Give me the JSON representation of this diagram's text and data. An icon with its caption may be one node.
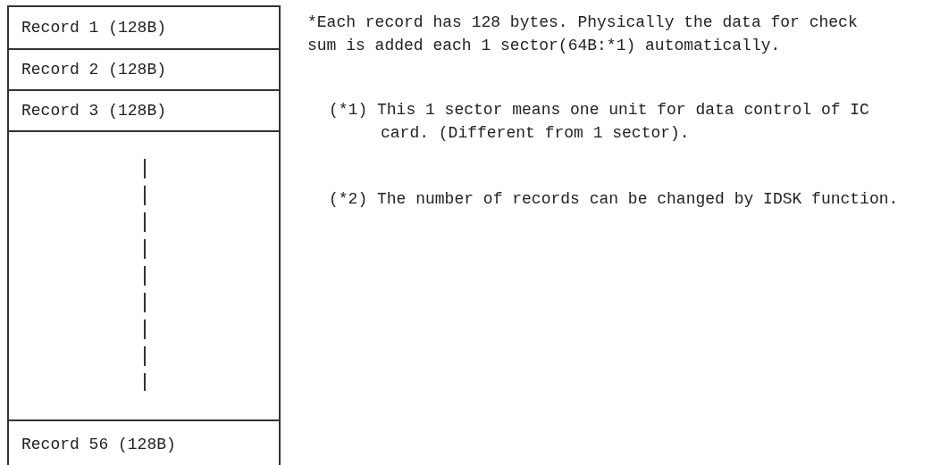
{
  "diagram": {
    "nodes": [
      {
        "text": [
          "Record 1 (128B)"
        ]
      },
      {
        "text": [
          "Record 2 (128B)"
        ]
      },
      {
        "text": [
          "Record 3 (128B)"
        ]
      },
      {
        "text": [],
        "shape": "box"
      },
      {
        "text": [
          "Record 56 (128B)"
        ]
      }
    ],
    "labels": [
      "*Each record has 128 bytes. Physically the data for check sum is added each 1 sector(64B:*1) automatically.",
      "(*1) This 1 sector means one unit for data control of IC card. (Different from 1 sector).",
      "(*2) The number of records can be changed by IDSK function."
    ]
  }
}
